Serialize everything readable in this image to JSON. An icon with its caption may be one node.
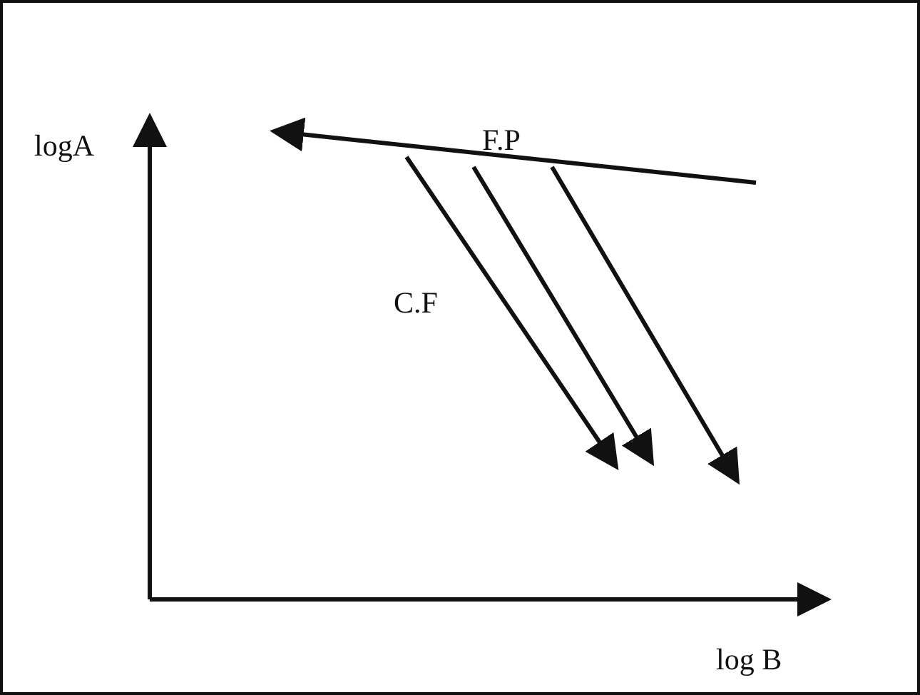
{
  "diagram": {
    "labels": [
      "logA",
      "F.P",
      "C.F",
      "log B"
    ]
  }
}
